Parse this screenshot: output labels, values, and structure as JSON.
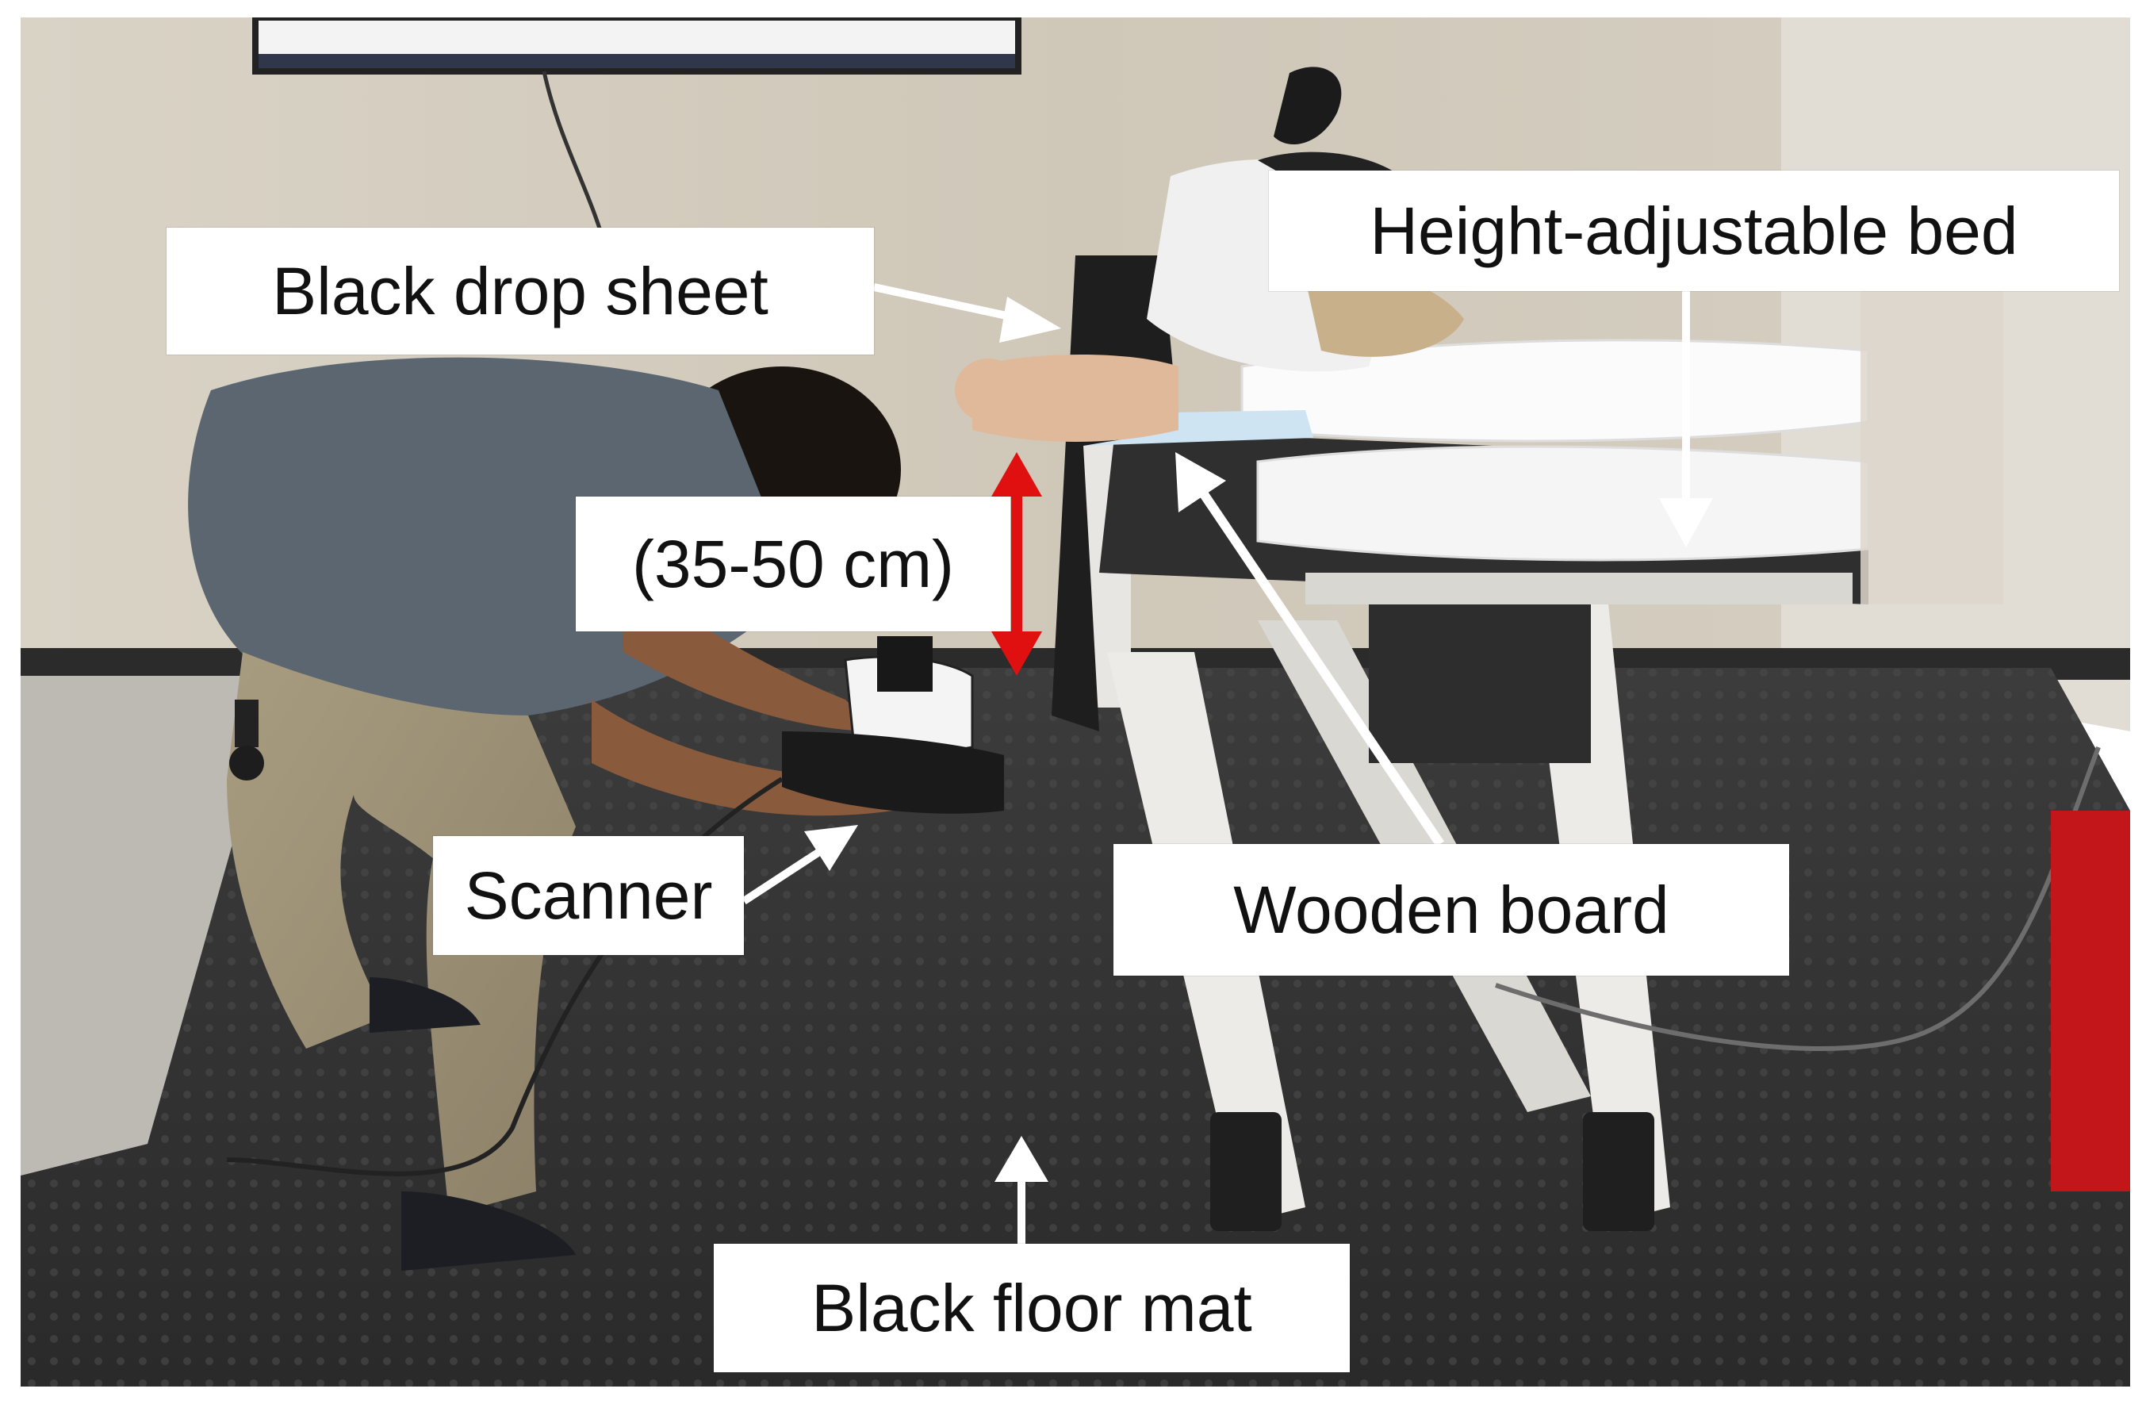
{
  "labels": {
    "black_drop_sheet": "Black drop sheet",
    "height_adjustable_bed": "Height-adjustable bed",
    "distance": "(35-50 cm)",
    "scanner": "Scanner",
    "wooden_board": "Wooden board",
    "black_floor_mat": "Black floor mat"
  },
  "colors": {
    "distance_arrow": "#e01010",
    "pointer_arrows": "#ffffff",
    "label_background": "#ffffff"
  }
}
